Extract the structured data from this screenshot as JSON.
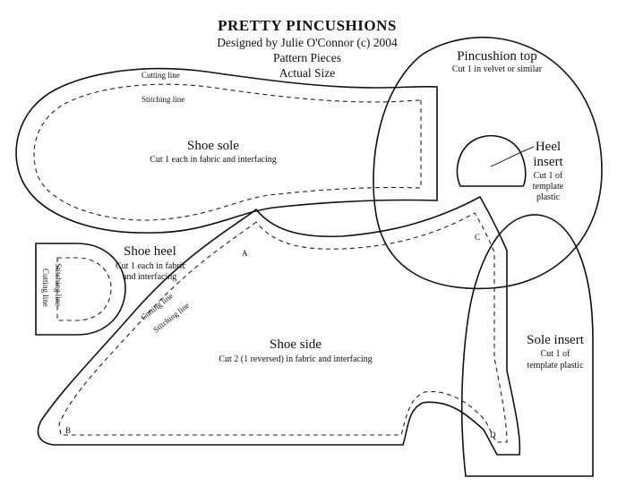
{
  "header": {
    "title": "PRETTY PINCUSHIONS",
    "designer": "Designed by Julie O'Connor (c) 2004",
    "subtitle1": "Pattern Pieces",
    "subtitle2": "Actual Size"
  },
  "pieces": {
    "sole": {
      "name": "Shoe sole",
      "instructions": "Cut 1 each in fabric and interfacing",
      "cutting_label": "Cutting line",
      "stitching_label": "Stitching line"
    },
    "top": {
      "name": "Pincushion top",
      "instructions": "Cut 1 in velvet or similar"
    },
    "heel_insert": {
      "name1": "Heel",
      "name2": "insert",
      "note1": "Cut 1 of",
      "note2": "template",
      "note3": "plastic"
    },
    "heel": {
      "name": "Shoe heel",
      "note1": "Cut 1 each in fabric",
      "note2": "and interfacing",
      "stitching_label": "Stitching line",
      "cutting_label": "Cutting line"
    },
    "side": {
      "name": "Shoe side",
      "instructions": "Cut 2 (1 reversed) in fabric and interfacing",
      "cutting_label": "Cutting line",
      "stitching_label": "Stitching line",
      "points": {
        "a": "A",
        "b": "B",
        "c": "C",
        "d": "D"
      }
    },
    "sole_insert": {
      "name": "Sole insert",
      "note1": "Cut 1 of",
      "note2": "template plastic"
    }
  }
}
